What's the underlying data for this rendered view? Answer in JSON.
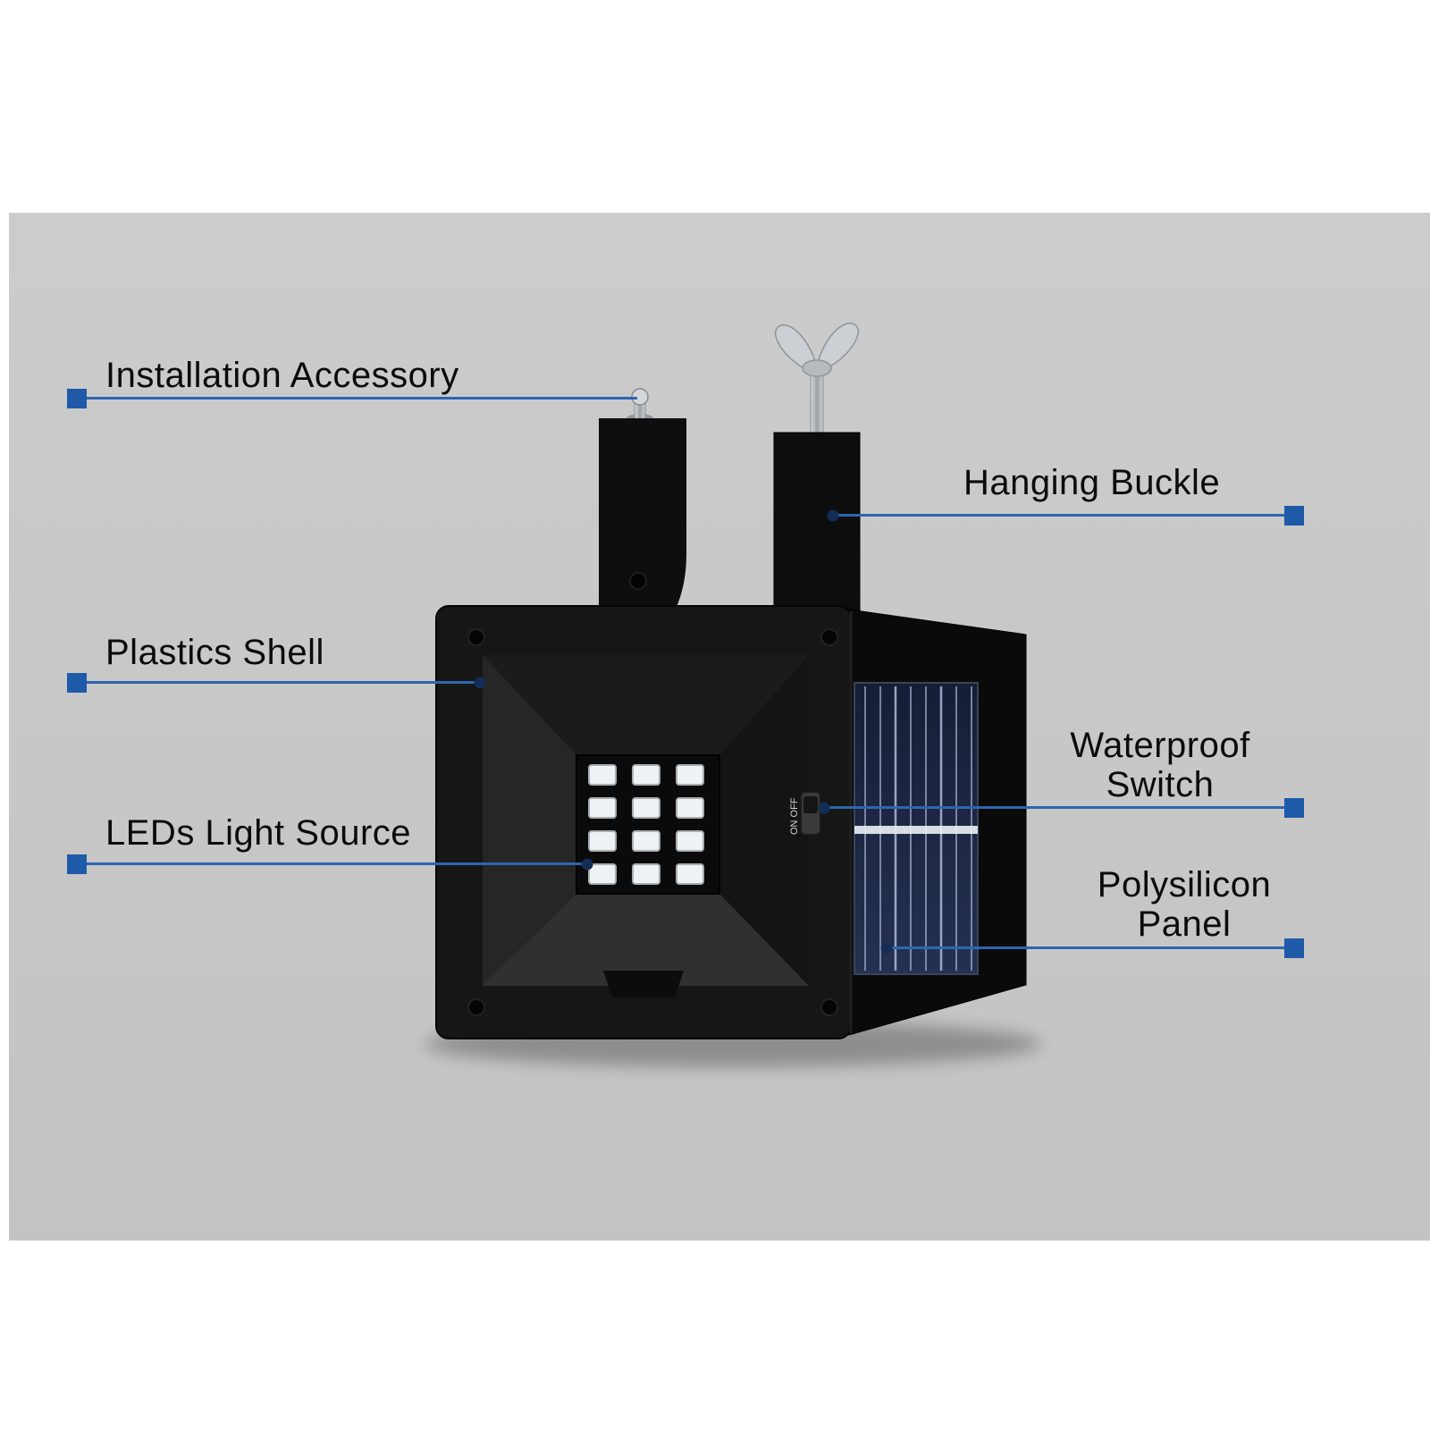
{
  "scene": {
    "page_background": "#ffffff",
    "panel_background": "#c8c8c8"
  },
  "colors": {
    "accent_square_blue": "#1f5aa8",
    "line_blue": "#2e66b0",
    "dot_navy": "#142d54",
    "label_text": "#0b0b0b",
    "solar_panel_navy": "#1a2138"
  },
  "product": {
    "led_count": 12,
    "led_columns": 3,
    "led_rows": 4,
    "switch_label": "ON OFF"
  },
  "callouts": [
    {
      "id": "installation-accessory",
      "label": "Installation Accessory",
      "side": "left"
    },
    {
      "id": "hanging-buckle",
      "label": "Hanging Buckle",
      "side": "right"
    },
    {
      "id": "plastics-shell",
      "label": "Plastics Shell",
      "side": "left"
    },
    {
      "id": "leds-light-source",
      "label": "LEDs Light Source",
      "side": "left"
    },
    {
      "id": "waterproof-switch",
      "label": "Waterproof Switch",
      "side": "right"
    },
    {
      "id": "polysilicon-panel",
      "label": "Polysilicon Panel",
      "side": "right"
    }
  ]
}
